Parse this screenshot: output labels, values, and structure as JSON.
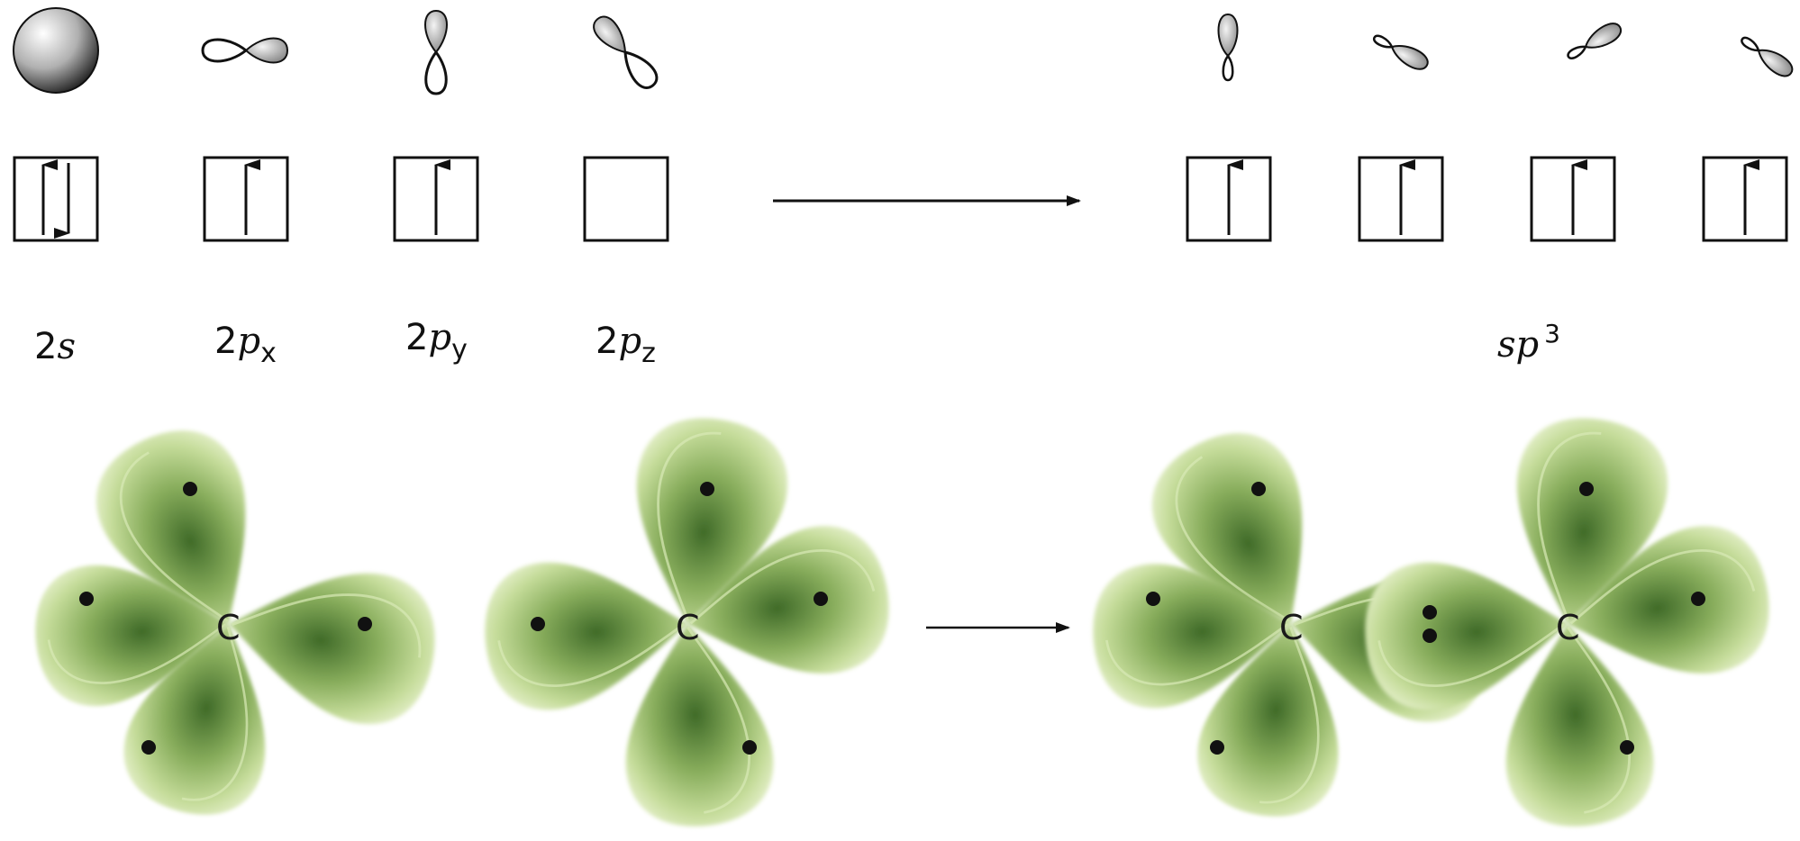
{
  "orbitals_before": [
    {
      "label_main": "2",
      "label_letter": "s",
      "label_sub": "",
      "electrons": [
        "up",
        "down"
      ]
    },
    {
      "label_main": "2",
      "label_letter": "p",
      "label_sub": "x",
      "electrons": [
        "up"
      ]
    },
    {
      "label_main": "2",
      "label_letter": "p",
      "label_sub": "y",
      "electrons": [
        "up"
      ]
    },
    {
      "label_main": "2",
      "label_letter": "p",
      "label_sub": "z",
      "electrons": []
    }
  ],
  "orbitals_after": [
    {
      "electrons": [
        "up"
      ]
    },
    {
      "electrons": [
        "up"
      ]
    },
    {
      "electrons": [
        "up"
      ]
    },
    {
      "electrons": [
        "up"
      ]
    }
  ],
  "hybrid_label": {
    "letters": "sp",
    "superscript": "3"
  },
  "atoms": {
    "left_carbon": "C",
    "middle_carbon": "C",
    "product_left_carbon": "C",
    "product_right_carbon": "C"
  },
  "colors": {
    "lobe_light": "#e8f2c8",
    "lobe_mid": "#a9c97a",
    "lobe_dark": "#4e7a32",
    "ink": "#111111"
  }
}
